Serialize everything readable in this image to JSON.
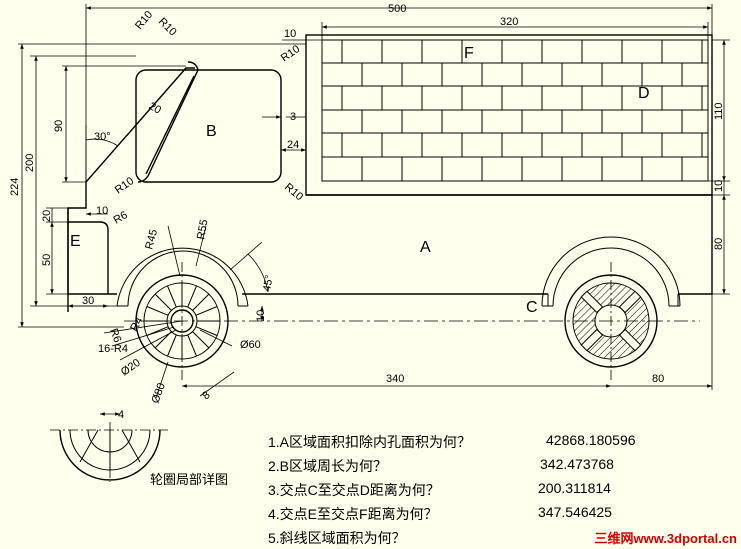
{
  "dimensions": {
    "overall_width": "500",
    "cargo_width": "320",
    "gap_top": "10",
    "cargo_height": "110",
    "floor_gap": "10",
    "lower_height": "80",
    "rear_offset": "80",
    "wheelbase": "340",
    "total_height": "224",
    "height_200": "200",
    "cab_90": "90",
    "bumper_50": "50",
    "bumper_20": "20",
    "bumper_10": "10",
    "bumper_30": "30",
    "win_3": "3",
    "win_24": "24",
    "angle_30": "30°",
    "angle_45": "45°",
    "r10_a": "R10",
    "r10_b": "R10",
    "r10_c": "R10",
    "r10_d": "R10",
    "r10_e": "R10",
    "r6_top": "R6",
    "r45": "R45",
    "r55": "R55",
    "r6_bottom": "R6",
    "r4": "R4",
    "hole_pattern": "16-R4",
    "d20": "Ø20",
    "d60": "Ø60",
    "d80": "Ø80",
    "slot_8": "8",
    "pillar_20": "20",
    "axle_10": "10",
    "detail_4": "4"
  },
  "regions": {
    "A": "A",
    "B": "B",
    "C": "C",
    "D": "D",
    "E": "E",
    "F": "F"
  },
  "detail_caption": "轮圈局部详图",
  "questions": [
    {
      "text": "1.A区域面积扣除内孔面积为何？",
      "answer": "42868.180596"
    },
    {
      "text": "2.B区域周长为何？",
      "answer": "342.473768"
    },
    {
      "text": "3.交点C至交点D距离为何？",
      "answer": "200.311814"
    },
    {
      "text": "4.交点E至交点F距离为何？",
      "answer": "347.546425"
    },
    {
      "text": "5.斜线区域面积为何？",
      "answer": ""
    }
  ],
  "watermark": "三维网www.3dportal.cn",
  "colors": {
    "line": "#000000",
    "background": "#ffffee",
    "watermark": "#d20000"
  }
}
